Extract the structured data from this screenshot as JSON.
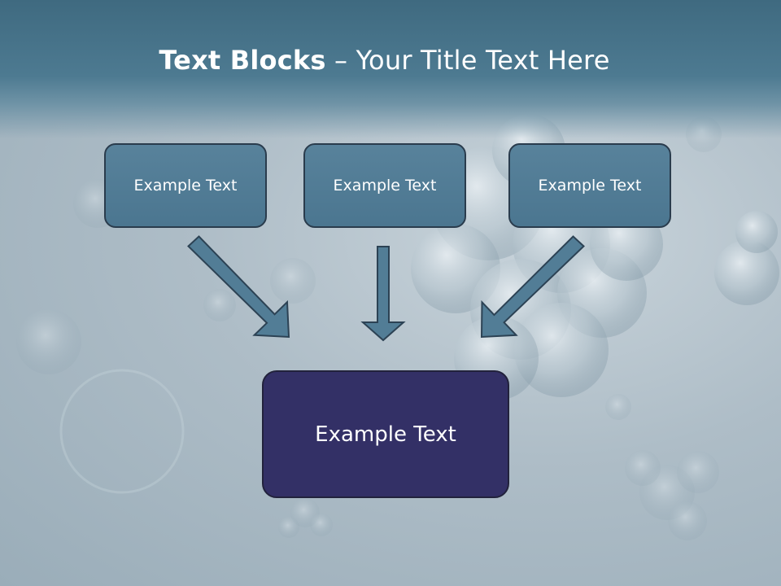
{
  "title": {
    "bold": "Text Blocks",
    "dash": " – ",
    "rest": "Your Title Text Here"
  },
  "top_boxes": [
    {
      "text": "Example Text"
    },
    {
      "text": "Example Text"
    },
    {
      "text": "Example Text"
    }
  ],
  "bottom_box": {
    "text": "Example Text"
  },
  "colors": {
    "header": "#4d7a91",
    "small_box": "#4f7b94",
    "big_box": "#333066",
    "arrow_fill": "#527d96",
    "arrow_stroke": "#2c4254"
  }
}
